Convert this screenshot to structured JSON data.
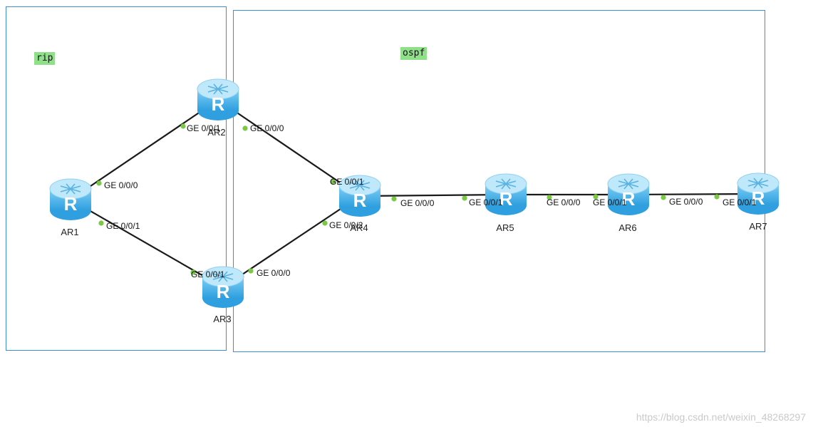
{
  "areas": [
    {
      "id": "rip",
      "label": "rip"
    },
    {
      "id": "ospf",
      "label": "ospf"
    }
  ],
  "routers": [
    {
      "id": "AR1",
      "label": "AR1"
    },
    {
      "id": "AR2",
      "label": "AR2"
    },
    {
      "id": "AR3",
      "label": "AR3"
    },
    {
      "id": "AR4",
      "label": "AR4"
    },
    {
      "id": "AR5",
      "label": "AR5"
    },
    {
      "id": "AR6",
      "label": "AR6"
    },
    {
      "id": "AR7",
      "label": "AR7"
    }
  ],
  "links": [
    {
      "from": "AR1",
      "from_port": "GE 0/0/0",
      "to": "AR2",
      "to_port": "GE 0/0/1"
    },
    {
      "from": "AR1",
      "from_port": "GE 0/0/1",
      "to": "AR3",
      "to_port": "GE 0/0/1"
    },
    {
      "from": "AR2",
      "from_port": "GE 0/0/0",
      "to": "AR4",
      "to_port": "GE 0/0/1"
    },
    {
      "from": "AR3",
      "from_port": "GE 0/0/0",
      "to": "AR4",
      "to_port": "GE 0/0/2"
    },
    {
      "from": "AR4",
      "from_port": "GE 0/0/0",
      "to": "AR5",
      "to_port": "GE 0/0/1"
    },
    {
      "from": "AR5",
      "from_port": "GE 0/0/0",
      "to": "AR6",
      "to_port": "GE 0/0/1"
    },
    {
      "from": "AR6",
      "from_port": "GE 0/0/0",
      "to": "AR7",
      "to_port": "GE 0/0/1"
    }
  ],
  "colors": {
    "region_border": "#3a8fd8",
    "area_tag": "#90e08a",
    "link": "#1a1a1a",
    "port_dot": "#7ac943",
    "router_top": "#bfe8fb",
    "router_body": "#4fb4ea"
  },
  "icon": "router-icon",
  "watermark": "https://blog.csdn.net/weixin_48268297"
}
